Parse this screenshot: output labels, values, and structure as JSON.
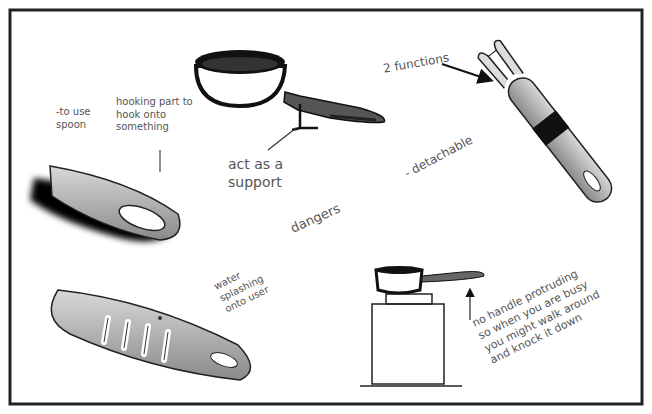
{
  "diagram": {
    "labels": [
      "-to use spoon",
      "hooking part to hook onto something",
      "act as a support",
      "2 functions",
      "- detachable",
      "dangers",
      "water splashing onto user",
      "no handle protruding so when you are busy you might walk around and knock it down"
    ]
  }
}
